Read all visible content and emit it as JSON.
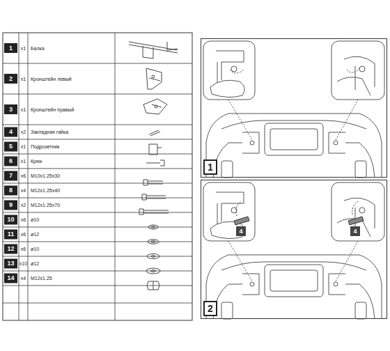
{
  "diagram": {
    "nodes": [
      {
        "text": [
          "1"
        ]
      },
      {
        "text": [
          "2"
        ]
      },
      {
        "text": [
          "4"
        ],
        "in": 1
      },
      {
        "text": [
          "4"
        ],
        "in": 1
      }
    ],
    "labels": [
      "1",
      "x1",
      "Балка",
      "2",
      "x1",
      "Кронштейн левый",
      "3",
      "x1",
      "Кронштейн правый",
      "4",
      "x2",
      "Закладная гайка",
      "5",
      "x1",
      "Подрозетник",
      "6",
      "x1",
      "Крюк",
      "7",
      "x6",
      "M10x1.25x30",
      "8",
      "x4",
      "M12x1.25x40",
      "9",
      "x2",
      "M12x1.25x70",
      "10",
      "x6",
      "ø10",
      "11",
      "x6",
      "ø12",
      "12",
      "x6",
      "ø10",
      "13",
      "x10",
      "ø12",
      "14",
      "x4",
      "M12x1.25"
    ]
  }
}
